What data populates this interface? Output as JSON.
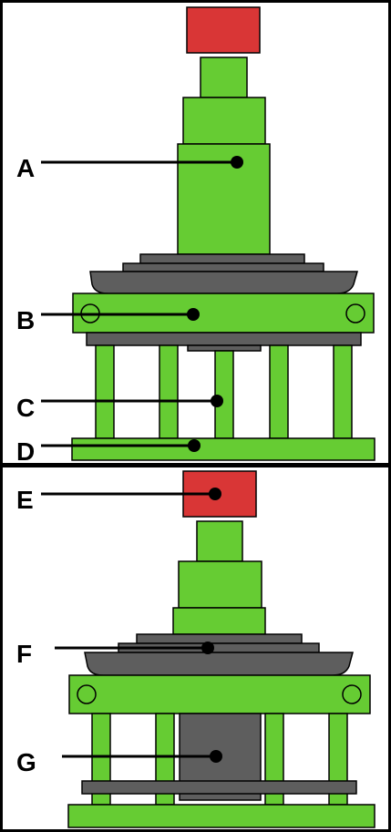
{
  "colors": {
    "green": "#66cc33",
    "red": "#d93636",
    "gray": "#5e5e5e",
    "outline": "#000000",
    "leader": "#000000"
  },
  "panels": [
    {
      "id": "top",
      "labels": {
        "A": "A",
        "B": "B",
        "C": "C",
        "D": "D"
      }
    },
    {
      "id": "bottom",
      "labels": {
        "E": "E",
        "F": "F",
        "G": "G"
      }
    }
  ]
}
